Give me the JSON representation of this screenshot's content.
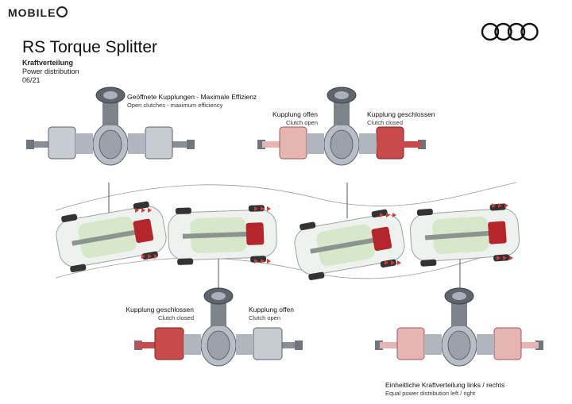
{
  "watermark": {
    "brand_text": "MOBILE"
  },
  "header": {
    "title": "RS Torque Splitter",
    "subtitle_de": "Kraftverteilung",
    "subtitle_en": "Power distribution",
    "date": "06/21"
  },
  "brand": {
    "icon": "audi-rings-icon",
    "color": "#111111"
  },
  "colors": {
    "clutch_open": "#e7b4b4",
    "clutch_closed": "#c94a4a",
    "car_green": "#cfe4c0",
    "arrow_red": "#d23a3a"
  },
  "labels": {
    "top_center_de": "Geöffnete Kupplungen - Maximale Effizienz",
    "top_center_en": "Open clutches - maximum efficiency",
    "top_right_left_de": "Kupplung offen",
    "top_right_left_en": "Clutch open",
    "top_right_right_de": "Kupplung geschlossen",
    "top_right_right_en": "Clutch closed",
    "bottom_left_left_de": "Kupplung geschlossen",
    "bottom_left_left_en": "Clutch closed",
    "bottom_left_right_de": "Kupplung offen",
    "bottom_left_right_en": "Clutch open",
    "bottom_right_de": "Einheitliche Kraftverteilung links / rechts",
    "bottom_right_en": "Equal power distribution left / right"
  }
}
